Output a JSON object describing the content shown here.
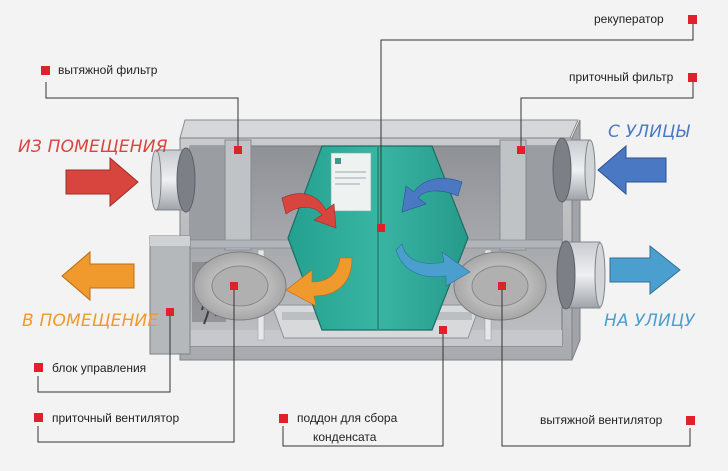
{
  "labels": {
    "exhaust_filter": "вытяжной фильтр",
    "recuperator": "рекуператор",
    "supply_filter": "приточный фильтр",
    "control_unit": "блок управления",
    "supply_fan": "приточный вентилятор",
    "drain_pan_line1": "поддон для сбора",
    "drain_pan_line2": "конденсата",
    "exhaust_fan": "вытяжной вентилятор"
  },
  "flows": {
    "from_room": "ИЗ ПОМЕЩЕНИЯ",
    "to_room": "В ПОМЕЩЕНИЕ",
    "from_street": "С УЛИЦЫ",
    "to_street": "НА УЛИЦУ"
  },
  "colors": {
    "marker_red": "#e0202a",
    "line": "#333333",
    "warm_red": "#d8453f",
    "orange": "#f0992c",
    "blue": "#4a78c2",
    "light_blue": "#4a9fcf",
    "exchanger": "#2fab9a",
    "casing": "#b7babd"
  }
}
